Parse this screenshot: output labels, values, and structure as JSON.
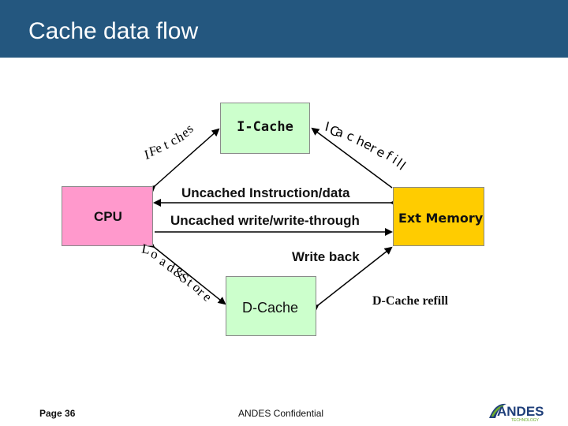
{
  "slide": {
    "title": "Cache data flow",
    "footer_page": "Page 36",
    "footer_confidential": "ANDES Confidential"
  },
  "boxes": {
    "icache": "I-Cache",
    "cpu": "CPU",
    "dcache": "D-Cache",
    "ext_memory": "Ext Memory"
  },
  "edge_labels": {
    "i_fetches": "I Fetches",
    "i_cache_refill": "I Cache refill",
    "uncached_instruction_data": "Uncached Instruction/data",
    "uncached_write": "Uncached write/write-through",
    "write_back": "Write back",
    "load_store": "Load & Store",
    "d_cache_refill": "D-Cache refill"
  },
  "logo": {
    "text_main": "ANDES",
    "text_sub": "TECHNOLOGY",
    "colors": {
      "blue": "#1f3f7a",
      "green": "#6fae2e"
    }
  },
  "colors": {
    "title_bar": "#24577f",
    "icache_fill": "#ccffcc",
    "dcache_fill": "#ccffcc",
    "cpu_fill": "#ff99cc",
    "ext_memory_fill": "#ffcc00"
  }
}
